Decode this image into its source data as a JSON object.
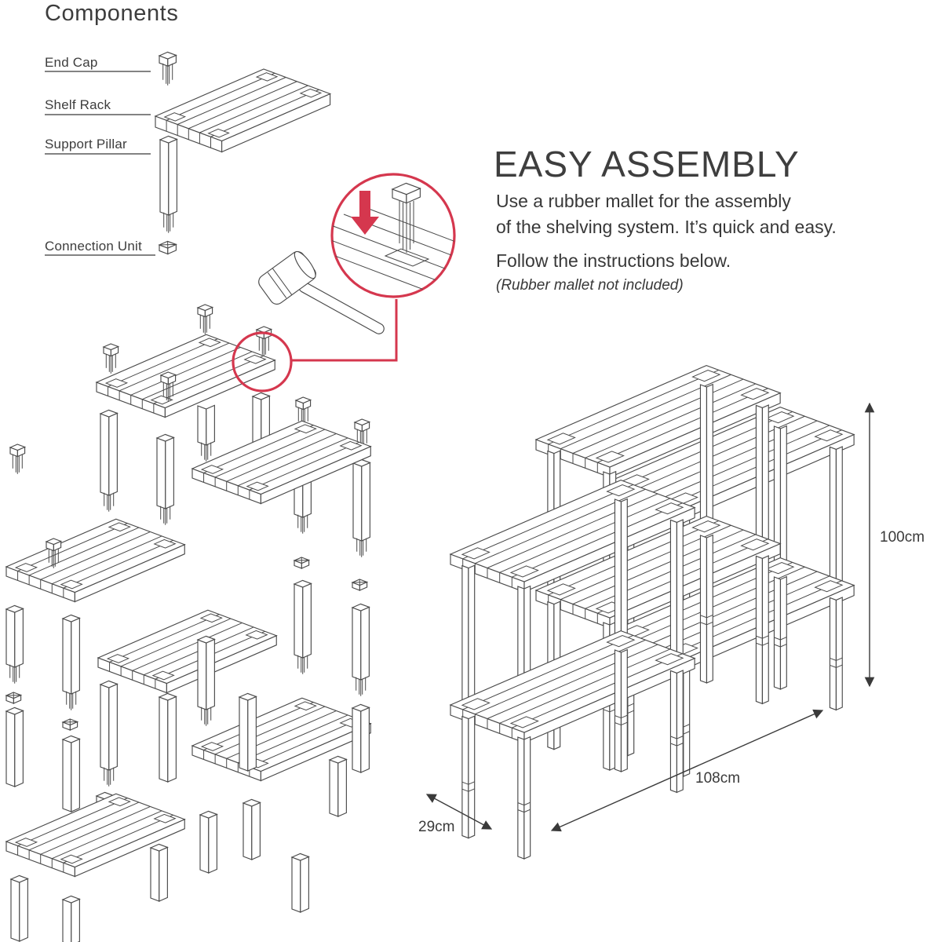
{
  "page": {
    "background": "#ffffff"
  },
  "colors": {
    "line": "#4a4a4a",
    "text": "#3a3a3a",
    "accent_red": "#d5374e"
  },
  "components_panel": {
    "title": "Components",
    "items": [
      {
        "label": "End Cap",
        "icon": "end-cap-icon"
      },
      {
        "label": "Shelf Rack",
        "icon": "shelf-rack-icon"
      },
      {
        "label": "Support Pillar",
        "icon": "support-pillar-icon"
      },
      {
        "label": "Connection Unit",
        "icon": "connection-unit-icon"
      }
    ]
  },
  "instructions": {
    "heading": "EASY ASSEMBLY",
    "line1": "Use a rubber mallet for the assembly",
    "line2": "of the shelving system. It’s quick and easy.",
    "follow": "Follow the instructions below.",
    "note": "(Rubber mallet not included)"
  },
  "dimensions": {
    "height": "100cm",
    "width": "108cm",
    "depth": "29cm"
  }
}
